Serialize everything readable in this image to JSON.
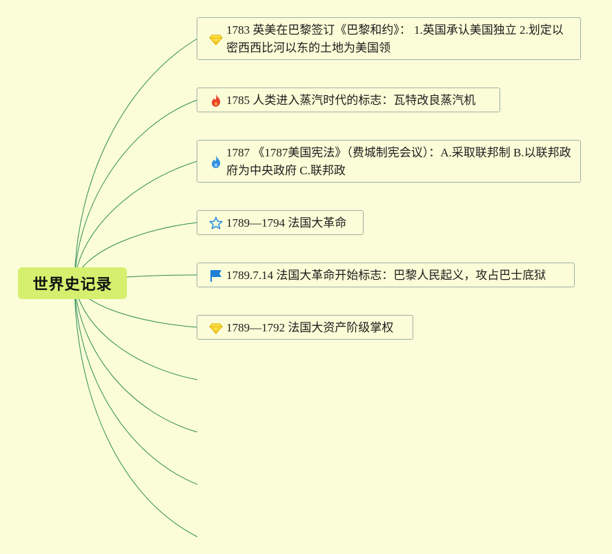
{
  "root": {
    "label": "世界史记录"
  },
  "topics": [
    {
      "icon": "gem-icon",
      "text": "1783 英美在巴黎签订《巴黎和约》：  1.英国承认美国独立 2.划定以密西西比河以东的土地为美国领"
    },
    {
      "icon": "fire-icon",
      "text": "1785 人类进入蒸汽时代的标志：瓦特改良蒸汽机"
    },
    {
      "icon": "blue-flame-icon",
      "text": "1787 《1787美国宪法》（费城制宪会议）：A.采取联邦制 B.以联邦政府为中央政府 C.联邦政"
    },
    {
      "icon": "star-icon",
      "text": "1789—1794 法国大革命"
    },
    {
      "icon": "flag-icon",
      "text": "1789.7.14 法国大革命开始标志：巴黎人民起义，攻占巴士底狱"
    },
    {
      "icon": "gem-icon",
      "text": "1789—1792 法国大资产阶级掌权"
    }
  ],
  "colors": {
    "background": "#fafdd7",
    "root_fill": "#d7ef6f",
    "link_stroke": "#2e8b57",
    "node_border": "#9fb0a8"
  }
}
